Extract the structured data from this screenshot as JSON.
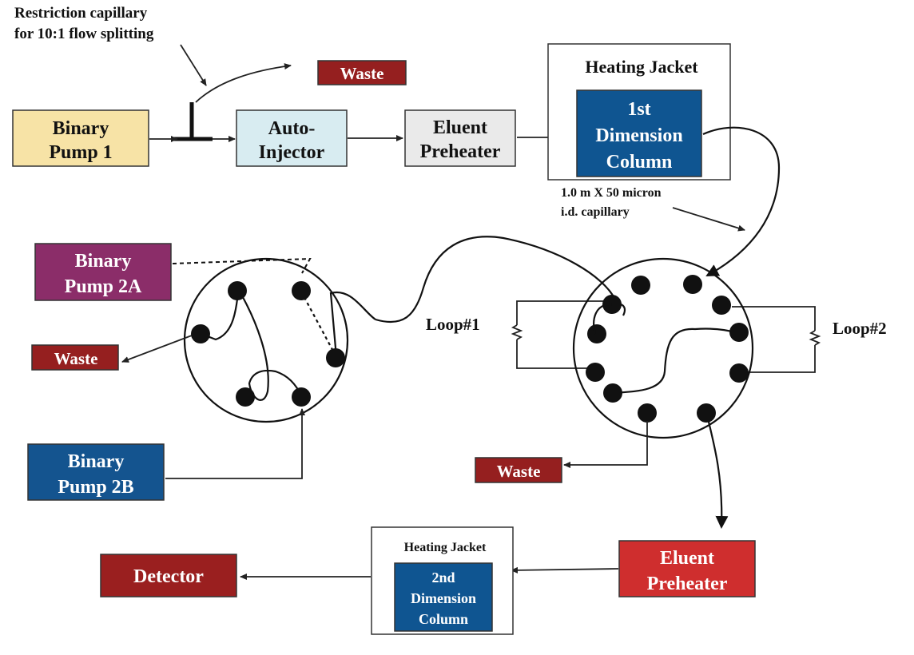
{
  "colors": {
    "pump1": "#f7e3a6",
    "injector": "#d8ecf1",
    "preheater1": "#eaeaea",
    "column_blue": "#0f5591",
    "pump2a": "#8b2d69",
    "pump2b": "#14548f",
    "waste": "#951f1f",
    "detector": "#9a1f1f",
    "preheater2": "#cf2e2e"
  },
  "annotations": {
    "restriction_line1": "Restriction capillary",
    "restriction_line2": "for 10:1 flow splitting",
    "capillary_line1": "1.0 m X 50 micron",
    "capillary_line2": "i.d. capillary",
    "loop1": "Loop#1",
    "loop2": "Loop#2"
  },
  "nodes": {
    "pump1": [
      "Binary",
      "Pump 1"
    ],
    "injector": [
      "Auto-",
      "Injector"
    ],
    "preheater1": [
      "Eluent",
      "Preheater"
    ],
    "jacket1": "Heating Jacket",
    "column1": [
      "1st",
      "Dimension",
      "Column"
    ],
    "waste_top": "Waste",
    "pump2a": [
      "Binary",
      "Pump 2A"
    ],
    "pump2b": [
      "Binary",
      "Pump 2B"
    ],
    "waste_left": "Waste",
    "waste_bottom": "Waste",
    "preheater2": [
      "Eluent",
      "Preheater"
    ],
    "jacket2": "Heating Jacket",
    "column2": [
      "2nd",
      "Dimension",
      "Column"
    ],
    "detector": "Detector"
  }
}
